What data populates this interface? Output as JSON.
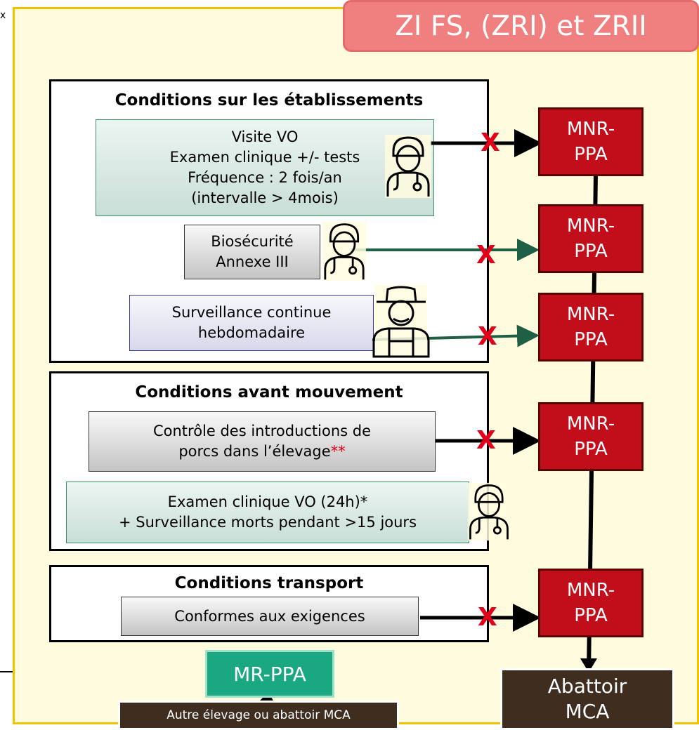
{
  "zone_title": "ZI FS, (ZRI) et ZRII",
  "sections": {
    "etablissements": {
      "title": "Conditions sur les établissements",
      "visite": [
        "Visite VO",
        "Examen clinique +/- tests",
        "Fréquence : 2 fois/an",
        "(intervalle > 4mois)"
      ],
      "biosecurite": [
        "Biosécurité",
        "Annexe III"
      ],
      "surveillance": [
        "Surveillance continue",
        "hebdomadaire"
      ]
    },
    "avant_mouvement": {
      "title": "Conditions avant mouvement",
      "controle_line1": "Contrôle des introductions de",
      "controle_line2": "porcs dans l’élevage",
      "controle_mark": "**",
      "examen": [
        "Examen clinique VO (24h)*",
        "+ Surveillance morts pendant >15 jours"
      ]
    },
    "transport": {
      "title": "Conditions transport",
      "conformes": "Conformes aux exigences"
    }
  },
  "mnr": [
    [
      "MNR-",
      "PPA"
    ],
    [
      "MNR-",
      "PPA"
    ],
    [
      "MNR-",
      "PPA"
    ],
    [
      "MNR-",
      "PPA"
    ],
    [
      "MNR-",
      "PPA"
    ]
  ],
  "x_mark": "X",
  "corner_mark": "x",
  "mr_ppa": "MR-PPA",
  "abattoir": [
    "Abattoir",
    "MCA"
  ],
  "autre": "Autre élevage ou abattoir MCA",
  "icons": [
    "doctor-icon",
    "doctor-icon",
    "farmer-icon",
    "doctor-icon"
  ],
  "colors": {
    "background": "#fffbdf",
    "border": "#f2c400",
    "zone": "#f08080",
    "mnr": "#c20e1a",
    "mr": "#1aa883",
    "abattoir": "#3f2d1f",
    "x_mark": "#e2001a",
    "green_arrow": "#1f5f45"
  }
}
